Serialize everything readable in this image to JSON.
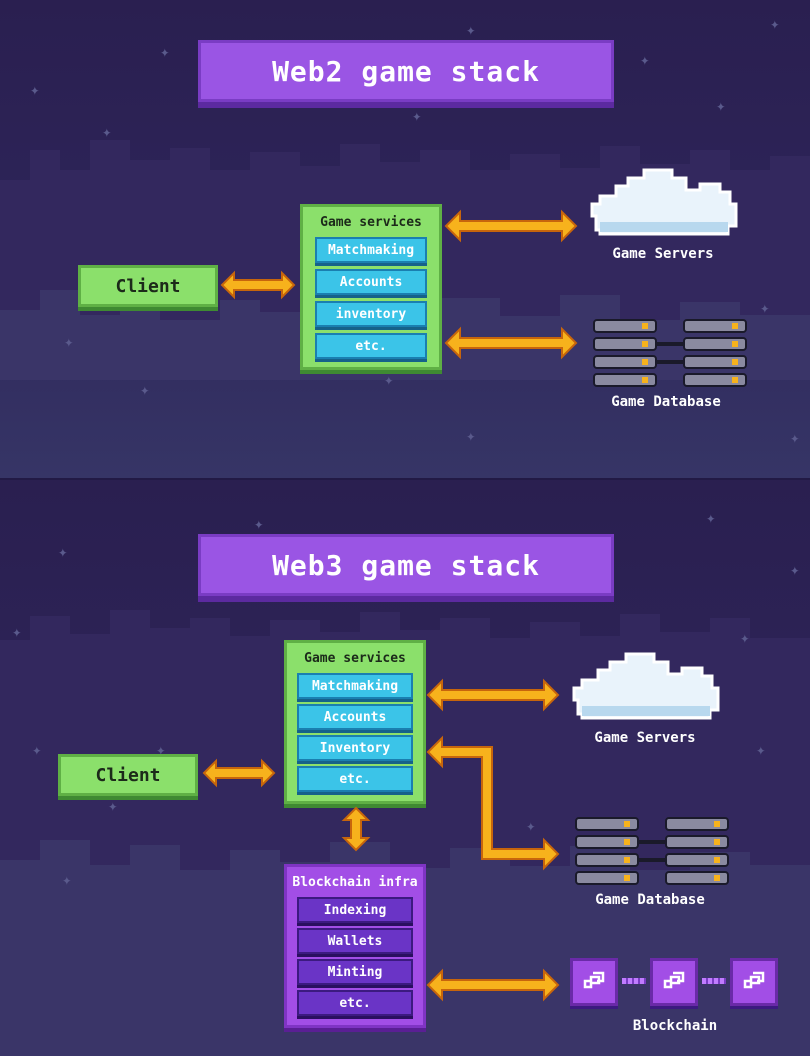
{
  "web2": {
    "title": "Web2 game stack",
    "client": "Client",
    "game_services": {
      "title": "Game services",
      "items": [
        "Matchmaking",
        "Accounts",
        "inventory",
        "etc."
      ]
    },
    "servers_label": "Game Servers",
    "database_label": "Game Database"
  },
  "web3": {
    "title": "Web3 game stack",
    "client": "Client",
    "game_services": {
      "title": "Game services",
      "items": [
        "Matchmaking",
        "Accounts",
        "Inventory",
        "etc."
      ]
    },
    "blockchain_infra": {
      "title": "Blockchain infra",
      "items": [
        "Indexing",
        "Wallets",
        "Minting",
        "etc."
      ]
    },
    "servers_label": "Game Servers",
    "database_label": "Game Database",
    "blockchain_label": "Blockchain"
  },
  "colors": {
    "background": "#2d2458",
    "banner": "#9a55e4",
    "client_green": "#8be06b",
    "service_blue": "#3bc4e8",
    "blockchain_purple": "#a24ee6",
    "arrow_orange": "#f7b21c"
  },
  "icons": {
    "cloud": "cloud-icon",
    "database": "server-rack-icon",
    "block": "chain-link-icon",
    "arrow": "double-arrow-icon",
    "star": "sparkle-icon"
  }
}
